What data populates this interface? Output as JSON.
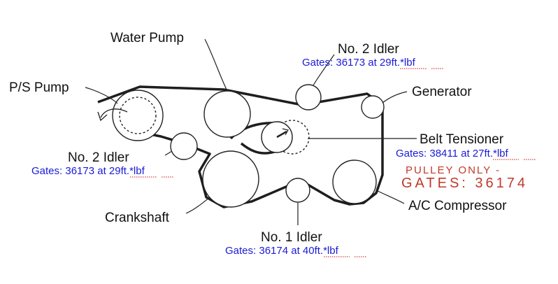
{
  "labels": {
    "water_pump": "Water Pump",
    "no2_idler_top": "No. 2 Idler",
    "ps_pump": "P/S Pump",
    "generator": "Generator",
    "belt_tensioner": "Belt Tensioner",
    "no2_idler_left": "No. 2 Idler",
    "crankshaft": "Crankshaft",
    "ac_compressor": "A/C Compressor",
    "no1_idler": "No. 1 Idler"
  },
  "specs": {
    "no2_idler_top": "Gates: 36173 at 29ft.*lbf",
    "belt_tensioner": "Gates: 38411 at 27ft.*lbf",
    "no2_idler_left": "Gates: 36173 at 29ft.*lbf",
    "no1_idler": "Gates: 36174 at 40ft.*lbf"
  },
  "pulley_note": {
    "line1": "PULLEY ONLY -",
    "line2": "GATES: 36174"
  },
  "colors": {
    "spec_text": "#1a1ad6",
    "pulley_note": "#c0392b",
    "label_text": "#111111"
  }
}
